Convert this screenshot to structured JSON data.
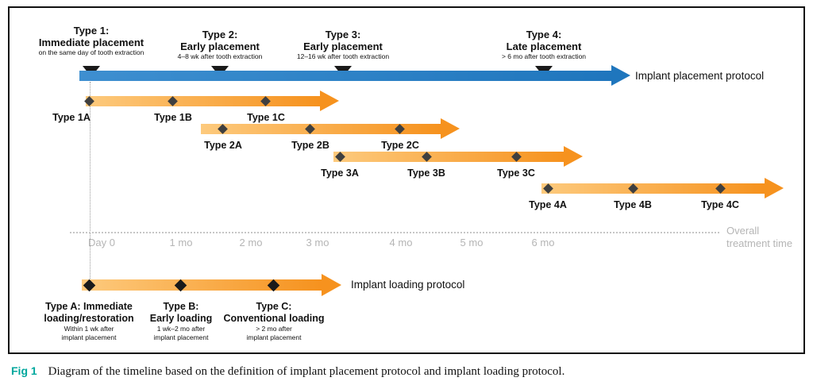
{
  "colors": {
    "placement_arrow": "#1F76BD",
    "placement_arrow_light": "#3E8FD0",
    "subtype_arrow_start": "#FDCA7D",
    "subtype_arrow_end": "#F6921E",
    "marker": "#1A1A1A",
    "diamond": "#3F3F3F",
    "fig_label": "#00A79D",
    "timeline_text": "#B5B5B5"
  },
  "placement": {
    "label": "Implant placement protocol",
    "types": [
      {
        "title": "Type 1:",
        "name": "Immediate placement",
        "detail": "on the same day of tooth extraction"
      },
      {
        "title": "Type 2:",
        "name": "Early placement",
        "detail": "4–8 wk after tooth extraction"
      },
      {
        "title": "Type 3:",
        "name": "Early placement",
        "detail": "12–16 wk after tooth extraction"
      },
      {
        "title": "Type 4:",
        "name": "Late placement",
        "detail": "> 6 mo after tooth extraction"
      }
    ]
  },
  "subtype_rows": [
    {
      "labels": [
        "Type 1A",
        "Type 1B",
        "Type 1C"
      ]
    },
    {
      "labels": [
        "Type 2A",
        "Type 2B",
        "Type 2C"
      ]
    },
    {
      "labels": [
        "Type 3A",
        "Type 3B",
        "Type 3C"
      ]
    },
    {
      "labels": [
        "Type 4A",
        "Type 4B",
        "Type 4C"
      ]
    }
  ],
  "timeline": {
    "ticks": [
      "Day 0",
      "1 mo",
      "2 mo",
      "3 mo",
      "4 mo",
      "5 mo",
      "6 mo"
    ],
    "axis_label_line1": "Overall",
    "axis_label_line2": "treatment time"
  },
  "loading": {
    "label": "Implant loading protocol",
    "types": [
      {
        "title1": "Type A: Immediate",
        "title2": "loading/restoration",
        "detail1": "Within 1 wk after",
        "detail2": "implant placement"
      },
      {
        "title1": "Type B:",
        "title2": "Early loading",
        "detail1": "1 wk–2 mo after",
        "detail2": "implant placement"
      },
      {
        "title1": "Type C:",
        "title2": "Conventional loading",
        "detail1": "> 2 mo after",
        "detail2": "implant placement"
      }
    ]
  },
  "caption": {
    "fig": "Fig 1",
    "text": "Diagram of the timeline based on the definition of implant placement protocol and implant loading protocol."
  }
}
